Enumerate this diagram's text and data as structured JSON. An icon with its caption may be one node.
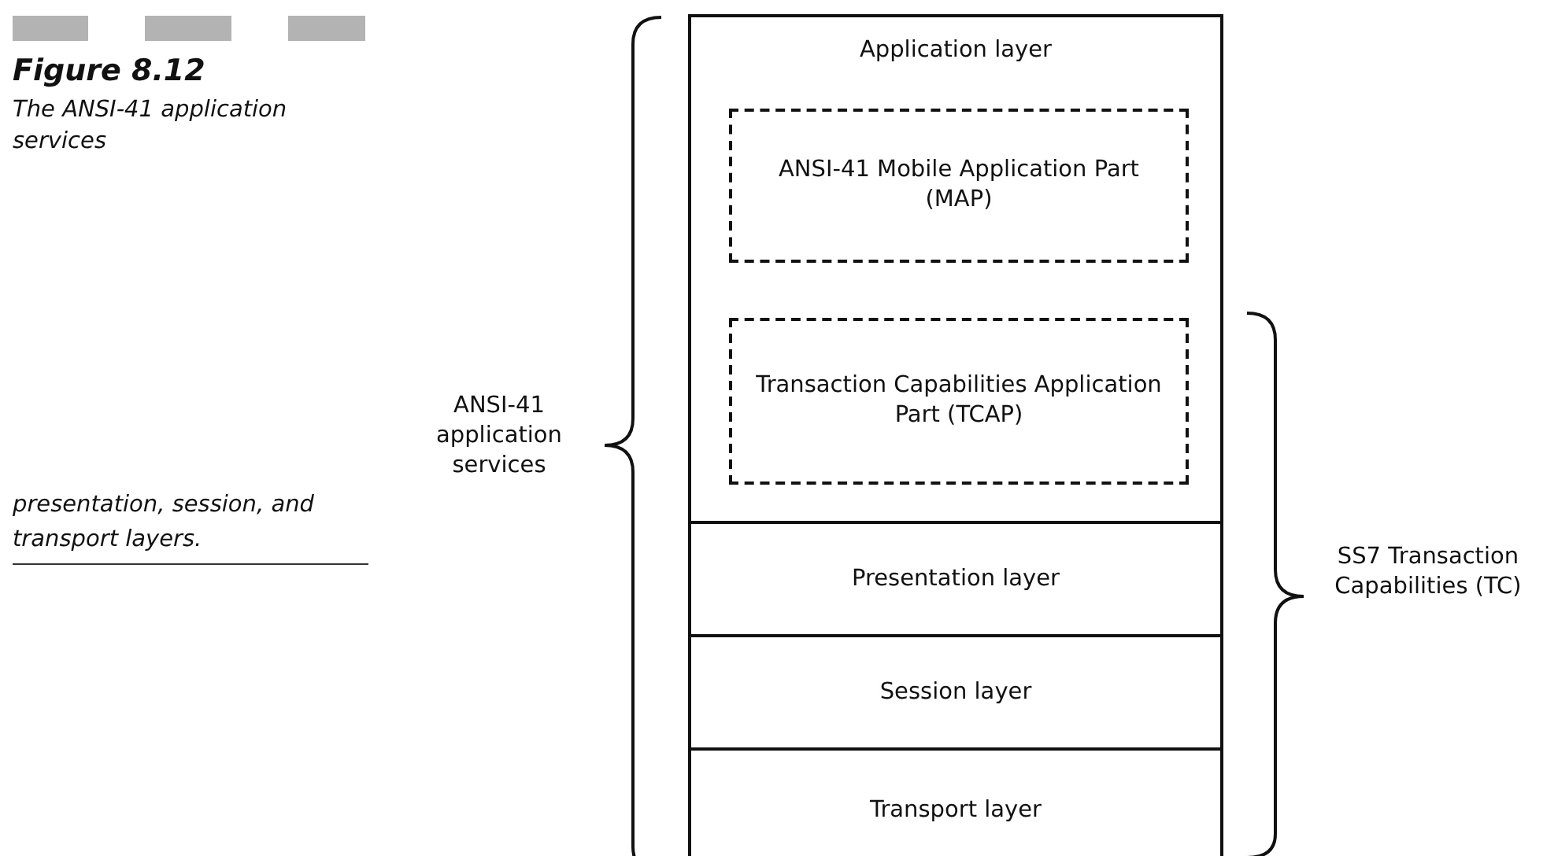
{
  "diagram": {
    "title": "Figure 8.12",
    "caption": "The ANSI-41 application services",
    "nodes": [
      {
        "text": [
          "Application layer"
        ]
      },
      {
        "text": [
          "ANSI-41 Mobile Application Part (MAP)"
        ],
        "in": 0
      },
      {
        "text": [
          "Transaction Capabilities Application Part (TCAP)"
        ],
        "in": 0
      },
      {
        "text": [
          "Presentation layer"
        ]
      },
      {
        "text": [
          "Session layer"
        ]
      },
      {
        "text": [
          "Transport layer"
        ]
      }
    ],
    "labels": [
      "ANSI-41 application services",
      "presentation, session, and transport layers.",
      "SS7 Transaction Capabilities (TC)"
    ]
  }
}
